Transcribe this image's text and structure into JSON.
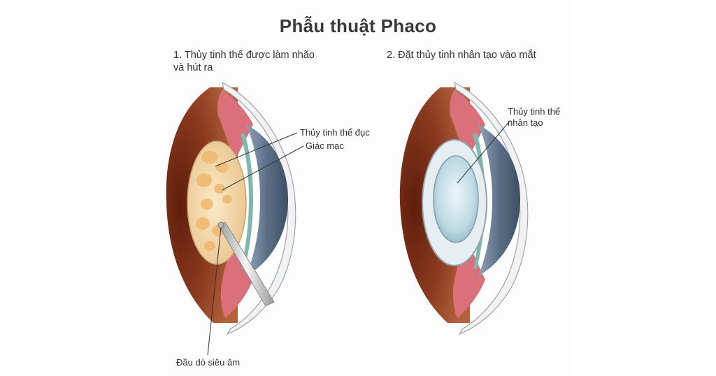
{
  "title": "Phẫu thuật Phaco",
  "steps": {
    "step1": "1. Thủy tinh thể được làm nhão\nvà hút ra",
    "step2": "2. Đặt thủy tinh nhân tạo vào mắt"
  },
  "labels": {
    "cloudy_lens": "Thủy tinh thể đục",
    "cornea": "Giác mạc",
    "ultrasound_probe": "Đầu dò siêu âm",
    "artificial_lens": "Thủy tinh thể\nnhân tạo"
  },
  "colors": {
    "title": "#3a3a3a",
    "eye_brown": "#8b3a1e",
    "iris_pink": "#d9707a",
    "cornea_blue": "#5b6f86",
    "cloudy_lens": "#f3d9a8",
    "artificial_lens": "#cfe6ef"
  }
}
